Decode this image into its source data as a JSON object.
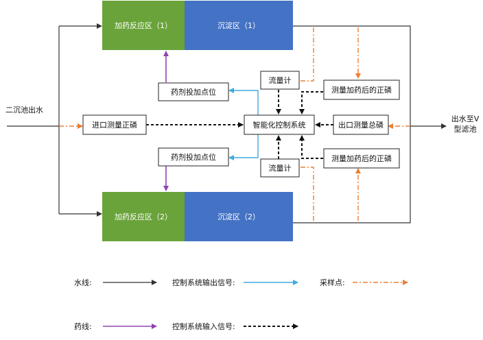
{
  "blocks": {
    "reaction1": "加药反应区（1）",
    "settle1": "沉淀区（1）",
    "reaction2": "加药反应区（2）",
    "settle2": "沉淀区（2）",
    "dose_point_top": "药剂投加点位",
    "dose_point_bottom": "药剂投加点位",
    "flow_meter_top": "流量计",
    "flow_meter_bottom": "流量计",
    "measure_after_top": "测量加药后的正磷",
    "measure_after_bottom": "测量加药后的正磷",
    "inlet_measure": "进口测量正磷",
    "outlet_measure": "出口测量总磷",
    "control_system": "智能化控制系统"
  },
  "io": {
    "inlet_label": "二沉池出水",
    "outlet_label_line1": "出水至V",
    "outlet_label_line2": "型滤池"
  },
  "legend": {
    "water_line": "水线:",
    "control_output": "控制系统输出信号:",
    "sampling_point": "采样点:",
    "dosing_line": "药线:",
    "control_input": "控制系统输入信号:"
  },
  "colors": {
    "reaction_fill": "#6aa33a",
    "settle_fill": "#4472c4",
    "water": "#333333",
    "dosing": "#8e44ad",
    "control_out": "#3fa9e0",
    "sampling": "#ed7d31",
    "control_in": "#111111"
  }
}
